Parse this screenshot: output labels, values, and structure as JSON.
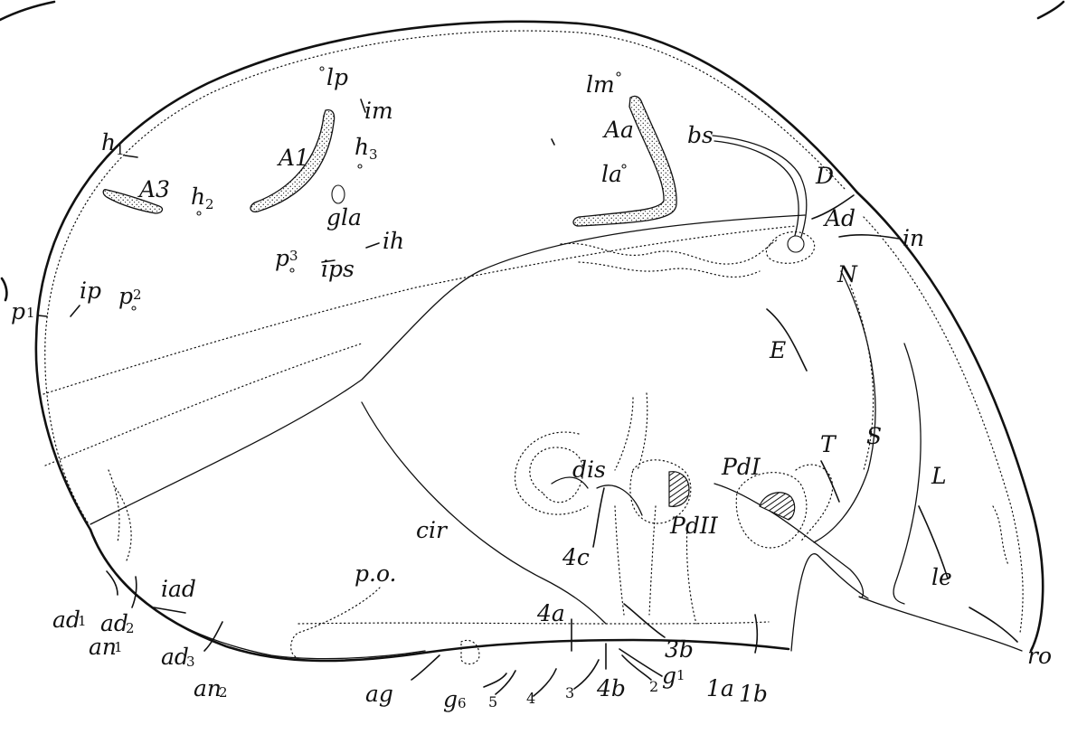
{
  "figure": {
    "labels": {
      "lp": "lp",
      "lm": "lm",
      "im": "im",
      "Aa": "Aa",
      "bs": "bs",
      "h1": "h",
      "h1_sub": "1",
      "A1": "A1",
      "h3": "h",
      "h3_sub": "3",
      "la": "la",
      "D": "D",
      "A3": "A3",
      "h2": "h",
      "h2_sub": "2",
      "gla": "gla",
      "Ad": "Ad",
      "in": "in",
      "ih": "ih",
      "p3": "p",
      "p3_sub": "3",
      "ips": "ips",
      "N": "N",
      "ip": "ip",
      "p1": "p",
      "p1_sub": "1",
      "p2": "p",
      "p2_sub": "2",
      "E": "E",
      "T": "T",
      "S": "S",
      "dis": "dis",
      "PdI": "PdI",
      "L": "L",
      "PdII": "PdII",
      "cir": "cir",
      "4c": "4c",
      "le": "le",
      "po": "p.o.",
      "iad": "iad",
      "ad1": "ad",
      "ad1_sub": "1",
      "ad2": "ad",
      "ad2_sub": "2",
      "an1": "an",
      "an1_sub": "1",
      "ad3": "ad",
      "ad3_sub": "3",
      "an2": "an",
      "an2_sub": "2",
      "4a": "4a",
      "3b": "3b",
      "g1": "g",
      "g1_sub": "1",
      "ro": "ro",
      "ag": "ag",
      "g6": "g",
      "g6_sub": "6",
      "n5": "5",
      "n4": "4",
      "n3": "3",
      "4b": "4b",
      "n2": "2",
      "1a": "1a",
      "1b": "1b"
    }
  }
}
